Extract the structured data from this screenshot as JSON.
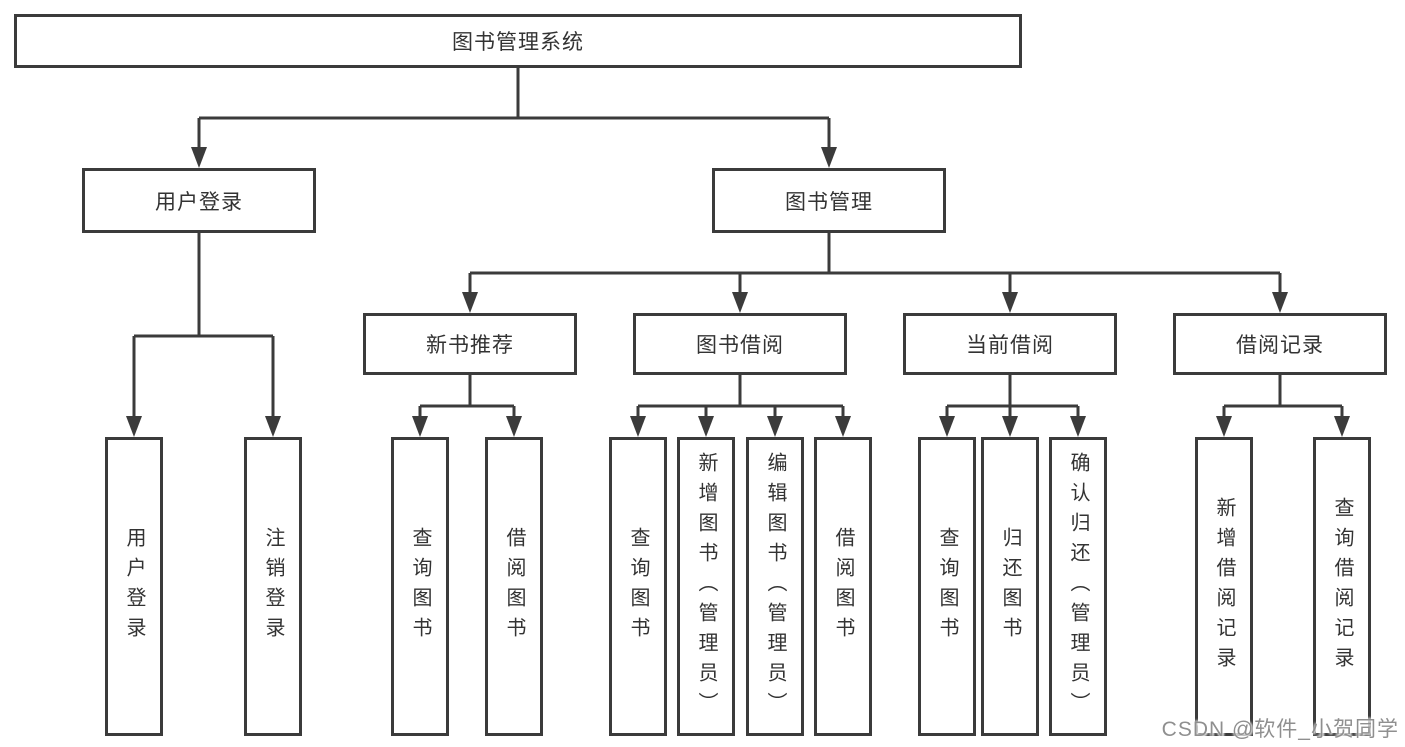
{
  "tree": {
    "root": {
      "label": "图书管理系统",
      "children": [
        {
          "label": "用户登录",
          "children": [
            {
              "label": "用户登录"
            },
            {
              "label": "注销登录"
            }
          ]
        },
        {
          "label": "图书管理",
          "children": [
            {
              "label": "新书推荐",
              "children": [
                {
                  "label": "查询图书"
                },
                {
                  "label": "借阅图书"
                }
              ]
            },
            {
              "label": "图书借阅",
              "children": [
                {
                  "label": "查询图书"
                },
                {
                  "label": "新增图书（管理员）"
                },
                {
                  "label": "编辑图书（管理员）"
                },
                {
                  "label": "借阅图书"
                }
              ]
            },
            {
              "label": "当前借阅",
              "children": [
                {
                  "label": "查询图书"
                },
                {
                  "label": "归还图书"
                },
                {
                  "label": "确认归还（管理员）"
                }
              ]
            },
            {
              "label": "借阅记录",
              "children": [
                {
                  "label": "新增借阅记录"
                },
                {
                  "label": "查询借阅记录"
                }
              ]
            }
          ]
        }
      ]
    }
  },
  "watermark": {
    "text": "CSDN @软件_小贺同学"
  },
  "colors": {
    "line": "#3b3b3b",
    "text": "#333333",
    "background": "#ffffff",
    "watermark": "#8f8f8f"
  }
}
